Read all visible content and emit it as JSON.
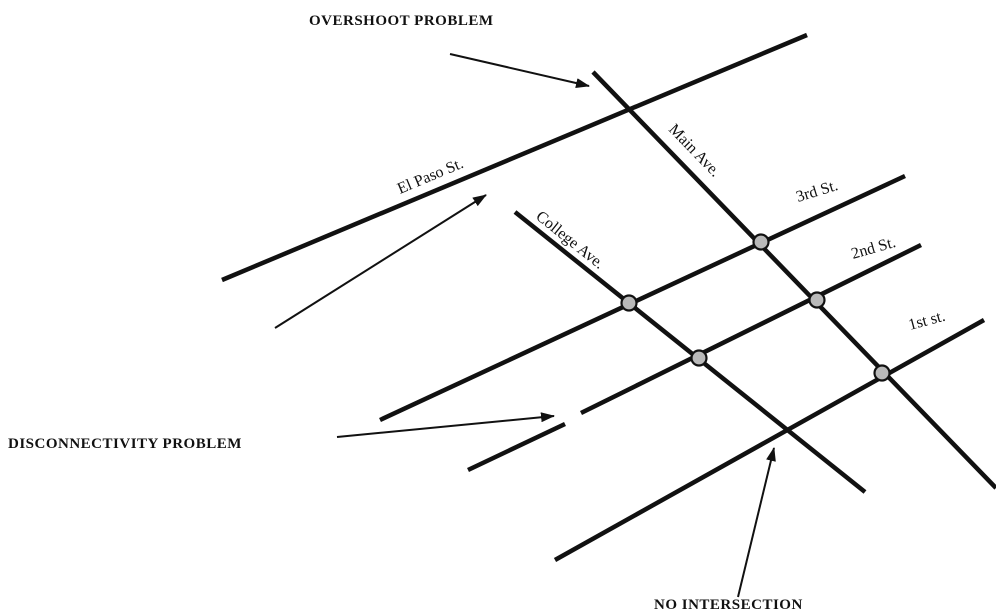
{
  "labels": {
    "overshoot": "OVERSHOOT PROBLEM",
    "disconnectivity": "DISCONNECTIVITY PROBLEM",
    "no_intersection": "NO INTERSECTION"
  },
  "streets": {
    "el_paso": "El Paso St.",
    "main": "Main Ave.",
    "college": "College Ave.",
    "third": "3rd St.",
    "second": "2nd St.",
    "first": "1st st."
  }
}
